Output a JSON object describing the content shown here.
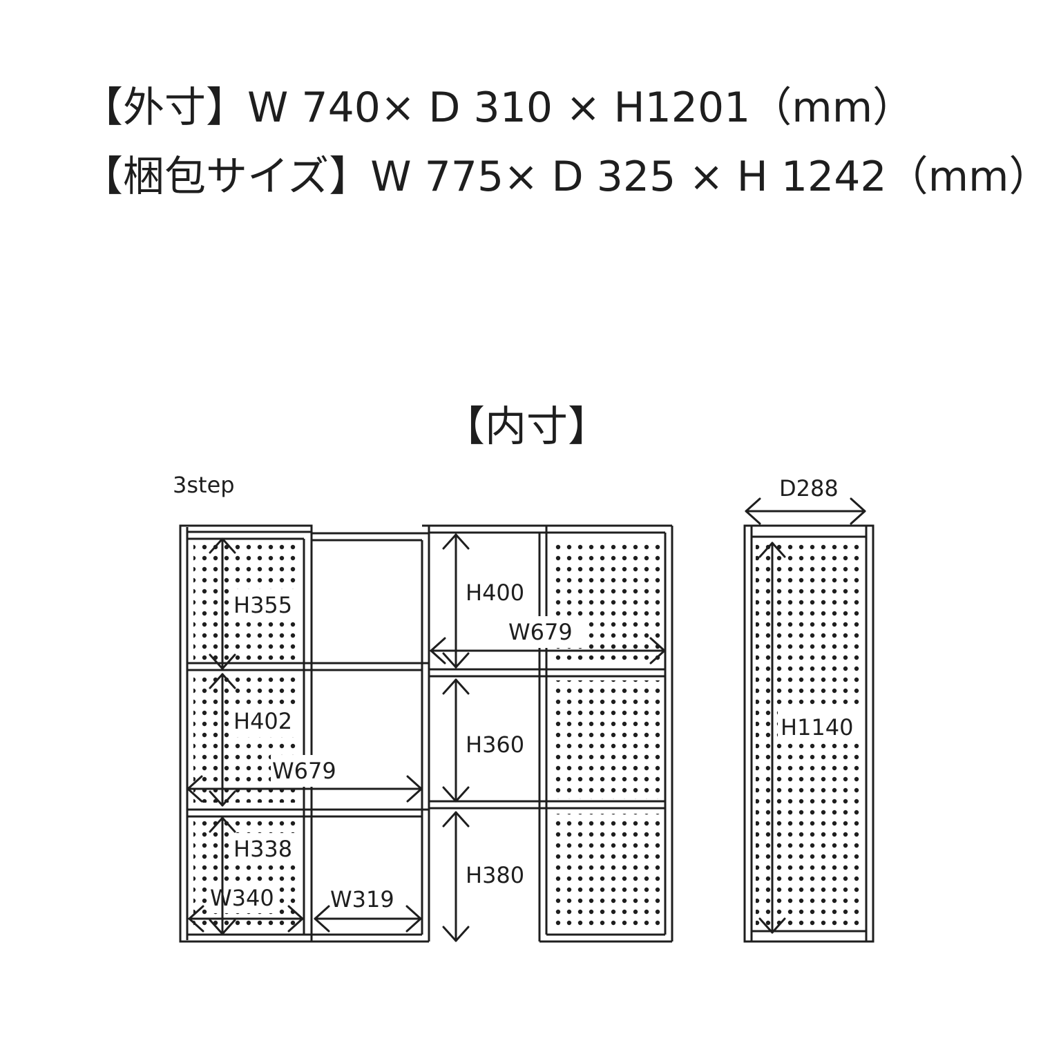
{
  "header": {
    "outer_dimensions": "【外寸】W 740× D 310 × H1201（mm）",
    "package_size": "【梱包サイズ】W 775× D 325 × H 1242（mm）"
  },
  "inner_title": "【内寸】",
  "step_label": "3step",
  "front_dimensions": {
    "h355": "H355",
    "h402": "H402",
    "h338": "H338",
    "w679_left": "W679",
    "w340": "W340",
    "w319": "W319",
    "h400": "H400",
    "w679_right": "W679",
    "h360": "H360",
    "h380": "H380"
  },
  "side_dimensions": {
    "d288": "D288",
    "h1140": "H1140"
  },
  "colors": {
    "line": "#1e1e1e",
    "background": "#ffffff"
  }
}
